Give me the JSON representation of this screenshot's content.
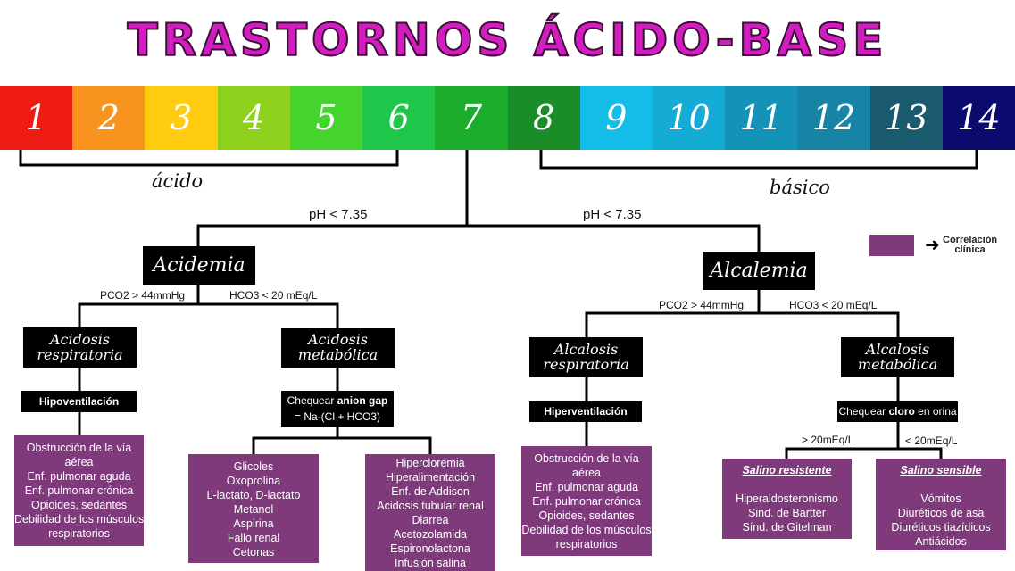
{
  "title": "TRASTORNOS ÁCIDO-BASE",
  "ph_scale": [
    {
      "n": "1",
      "color": "#ee1c13"
    },
    {
      "n": "2",
      "color": "#f7931e"
    },
    {
      "n": "3",
      "color": "#ffcc11"
    },
    {
      "n": "4",
      "color": "#8dd11d"
    },
    {
      "n": "5",
      "color": "#45d42d"
    },
    {
      "n": "6",
      "color": "#20c64a"
    },
    {
      "n": "7",
      "color": "#1aac2a"
    },
    {
      "n": "8",
      "color": "#1a8c28"
    },
    {
      "n": "9",
      "color": "#14bde8"
    },
    {
      "n": "10",
      "color": "#14acd5"
    },
    {
      "n": "11",
      "color": "#1492b8"
    },
    {
      "n": "12",
      "color": "#1784a5"
    },
    {
      "n": "13",
      "color": "#1a5a6e"
    },
    {
      "n": "14",
      "color": "#0b0b6e"
    }
  ],
  "labels": {
    "acido": "ácido",
    "basico": "básico"
  },
  "conditions": {
    "left": "pH < 7.35",
    "right": "pH < 7.35"
  },
  "acidemia": {
    "title": "Acidemia",
    "branch_left": "PCO2 > 44mmHg",
    "branch_right": "HCO3 < 20 mEq/L",
    "resp": {
      "title": [
        "Acidosis",
        "respiratoria"
      ],
      "label": "Hipoventilación",
      "items": [
        "Obstrucción de la vía",
        "aérea",
        "Enf. pulmonar aguda",
        "Enf. pulmonar crónica",
        "Opioides, sedantes",
        "Debilidad de los músculos",
        "respiratorios"
      ]
    },
    "meta": {
      "title": [
        "Acidosis",
        "metabólica"
      ],
      "check_prefix": "Chequear ",
      "check_bold": "anion gap",
      "check_line2": "= Na-(Cl + HCO3)",
      "left_items": [
        "Glicoles",
        "Oxoprolina",
        "L-lactato, D-lactato",
        "Metanol",
        "Aspirina",
        "Fallo renal",
        "Cetonas"
      ],
      "right_items": [
        "Hipercloremia",
        "Hiperalimentación",
        "Enf. de Addison",
        "Acidosis tubular renal",
        "Diarrea",
        "Acetozolamida",
        "Espironolactona",
        "Infusión salina"
      ]
    }
  },
  "alcalemia": {
    "title": "Alcalemia",
    "branch_left": "PCO2 > 44mmHg",
    "branch_right": "HCO3 < 20 mEq/L",
    "resp": {
      "title": [
        "Alcalosis",
        "respiratoria"
      ],
      "label": "Hiperventilación",
      "items": [
        "Obstrucción de la vía",
        "aérea",
        "Enf. pulmonar aguda",
        "Enf. pulmonar crónica",
        "Opioides, sedantes",
        "Debilidad de los músculos",
        "respiratorios"
      ]
    },
    "meta": {
      "title": [
        "Alcalosis",
        "metabólica"
      ],
      "check_prefix": "Chequear ",
      "check_bold": "cloro",
      "check_suffix": " en orina",
      "left_cond": "> 20mEq/L",
      "right_cond": "< 20mEq/L",
      "resistente": {
        "title": "Salino resistente",
        "items": [
          "Hiperaldosteronismo",
          "Sind. de Bartter",
          "Sínd. de Gitelman"
        ]
      },
      "sensible": {
        "title": "Salino sensible",
        "items": [
          "Vómitos",
          "Diuréticos de asa",
          "Diuréticos tiazídicos",
          "Antiácidos"
        ]
      }
    }
  },
  "legend": {
    "line1": "Correlación",
    "line2": "clínica",
    "color": "#7e3a7b"
  }
}
